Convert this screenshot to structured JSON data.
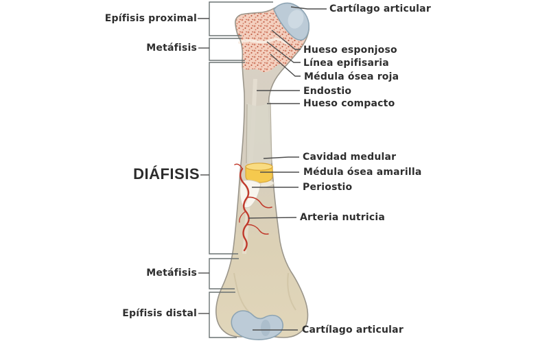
{
  "diagram": {
    "subject": "long-bone-anatomy",
    "language": "es"
  },
  "labels": {
    "left": [
      {
        "text": "Epífisis proximal"
      },
      {
        "text": "Metáfisis"
      },
      {
        "text": "DIÁFISIS"
      },
      {
        "text": "Metáfisis"
      },
      {
        "text": "Epífisis distal"
      }
    ],
    "right": [
      {
        "text": "Cartílago articular"
      },
      {
        "text": "Hueso esponjoso"
      },
      {
        "text": "Línea epifisaria"
      },
      {
        "text": "Médula ósea roja"
      },
      {
        "text": "Endostio"
      },
      {
        "text": "Hueso compacto"
      },
      {
        "text": "Cavidad medular"
      },
      {
        "text": "Médula ósea amarilla"
      },
      {
        "text": "Periostio"
      },
      {
        "text": "Arteria nutricia"
      },
      {
        "text": "Cartílago articular"
      }
    ]
  },
  "colors": {
    "bone_fill_top": "#d9d3c7",
    "bone_fill_mid": "#d6cec0",
    "bone_fill_bottom": "#e1d6ba",
    "bone_outline": "#9a958a",
    "cartilage": "#bccbd7",
    "cartilage_outline": "#8da4b3",
    "cartilage_highlight": "#d4dfe7",
    "spongy_base": "#f4d0bf",
    "spongy_dot": "#d4826a",
    "spongy_dot_dark": "#c1614a",
    "epiphyseal_line": "#f8eee4",
    "medullary_cavity": "#d9d6c9",
    "yellow_marrow": "#f5c94e",
    "yellow_marrow_top": "#f9dc82",
    "yellow_marrow_outline": "#d9a637",
    "periosteum_flap": "#f8f5ee",
    "artery_red": "#c0392b",
    "bracket_line": "#6a7272",
    "leader_line": "#4c4c4c",
    "text": "#2e2e2e"
  }
}
